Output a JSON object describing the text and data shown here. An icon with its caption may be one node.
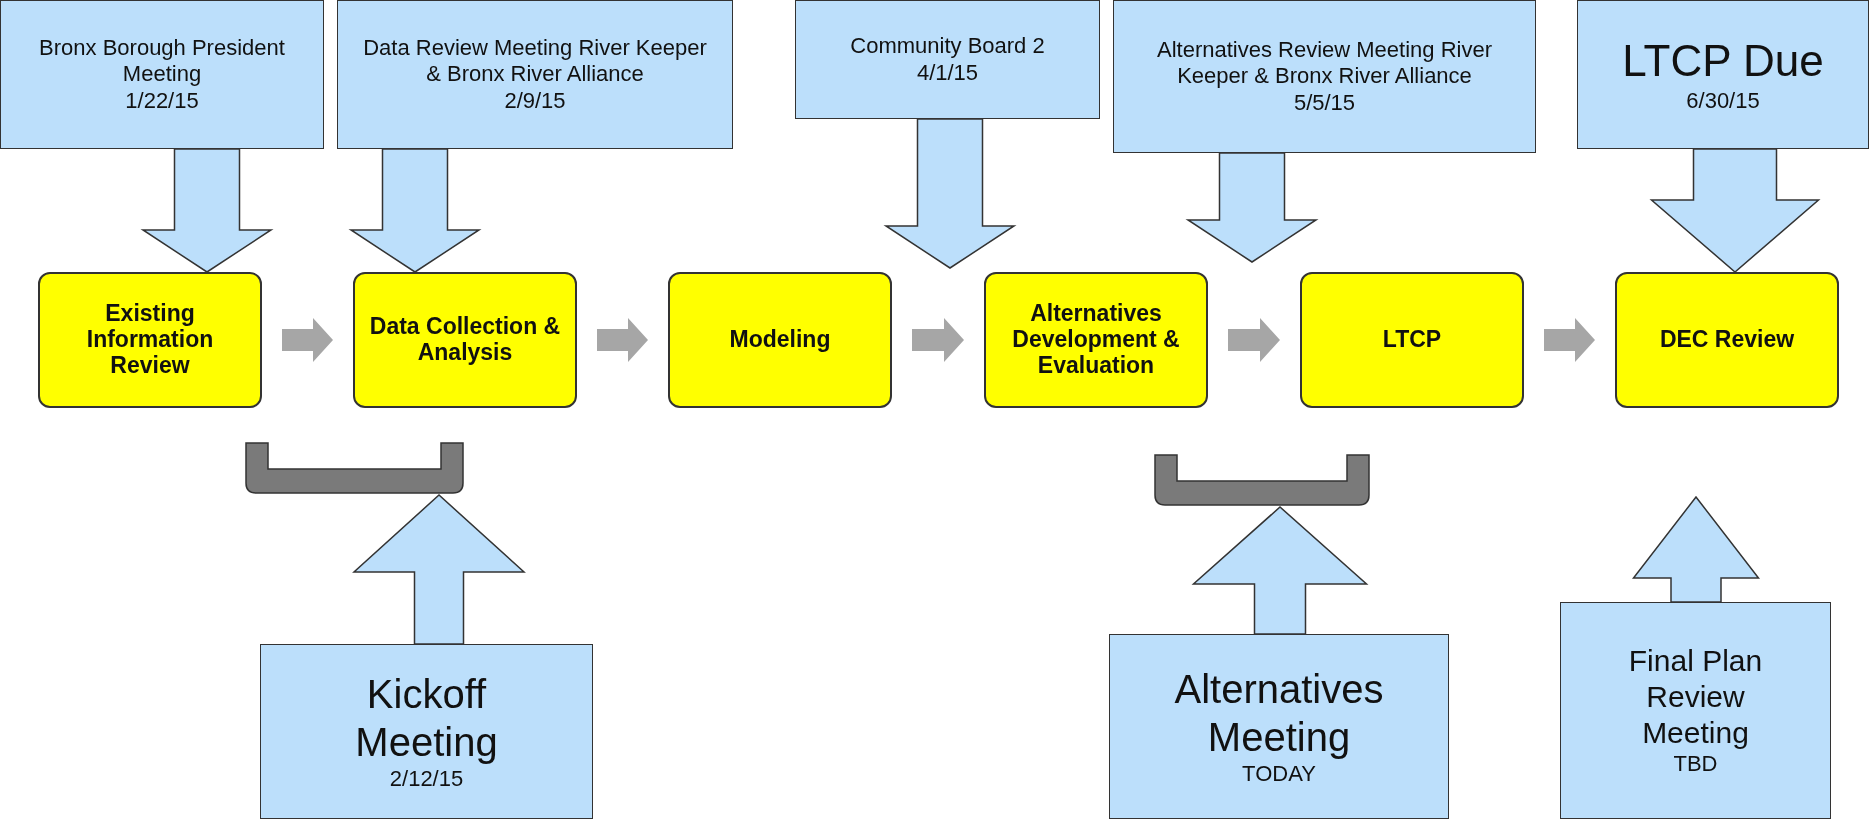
{
  "diagram": {
    "nodes": [
      {
        "text": [
          "Bronx Borough President Meeting",
          "1/22/15"
        ]
      },
      {
        "text": [
          "Data Review Meeting River Keeper & Bronx River Alliance",
          "2/9/15"
        ]
      },
      {
        "text": [
          "Community Board 2",
          "4/1/15"
        ]
      },
      {
        "text": [
          "Alternatives Review Meeting River Keeper & Bronx River Alliance",
          "5/5/15"
        ]
      },
      {
        "text": [
          "LTCP Due",
          "6/30/15"
        ]
      },
      {
        "text": [
          "Existing Information Review"
        ]
      },
      {
        "text": [
          "Data Collection & Analysis"
        ]
      },
      {
        "text": [
          "Modeling"
        ]
      },
      {
        "text": [
          "Alternatives Development & Evaluation"
        ]
      },
      {
        "text": [
          "LTCP"
        ]
      },
      {
        "text": [
          "DEC Review"
        ]
      },
      {
        "text": [],
        "shape": "bracket"
      },
      {
        "text": [],
        "shape": "bracket"
      },
      {
        "text": [
          "Kickoff Meeting",
          "2/12/15"
        ]
      },
      {
        "text": [
          "Alternatives Meeting",
          "TODAY"
        ]
      },
      {
        "text": [
          "Final Plan Review Meeting",
          "TBD"
        ]
      }
    ],
    "edges": [
      {
        "from": 0,
        "to": 5,
        "arrow": "to",
        "style": "thick"
      },
      {
        "from": 1,
        "to": 6,
        "arrow": "to",
        "style": "thick"
      },
      {
        "from": 2,
        "to": null,
        "arrow": "to",
        "style": "thick"
      },
      {
        "from": 3,
        "to": null,
        "arrow": "to",
        "style": "thick"
      },
      {
        "from": 4,
        "to": 10,
        "arrow": "to",
        "style": "thick"
      },
      {
        "from": 5,
        "to": 6,
        "arrow": "to",
        "style": "thick",
        "color": "#a6a6a6"
      },
      {
        "from": 6,
        "to": 7,
        "arrow": "to",
        "style": "thick",
        "color": "#a6a6a6"
      },
      {
        "from": 7,
        "to": 8,
        "arrow": "to",
        "style": "thick",
        "color": "#a6a6a6"
      },
      {
        "from": 8,
        "to": 9,
        "arrow": "to",
        "style": "thick",
        "color": "#a6a6a6"
      },
      {
        "from": 9,
        "to": 10,
        "arrow": "to",
        "style": "thick",
        "color": "#a6a6a6"
      },
      {
        "from": 13,
        "to": 11,
        "arrow": "to",
        "style": "thick"
      },
      {
        "from": 14,
        "to": 12,
        "arrow": "to",
        "style": "thick"
      },
      {
        "from": 15,
        "to": null,
        "arrow": "to",
        "style": "thick"
      }
    ]
  }
}
